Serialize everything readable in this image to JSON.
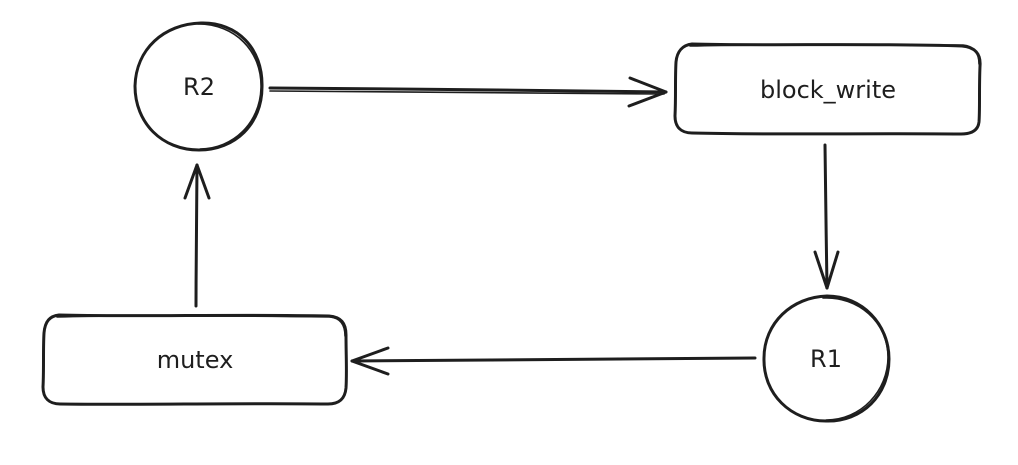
{
  "diagram": {
    "type": "directed-cycle",
    "nodes": [
      {
        "id": "r2",
        "shape": "circle",
        "label": "R2"
      },
      {
        "id": "block_write",
        "shape": "rounded-rectangle",
        "label": "block_write"
      },
      {
        "id": "r1",
        "shape": "circle",
        "label": "R1"
      },
      {
        "id": "mutex",
        "shape": "rounded-rectangle",
        "label": "mutex"
      }
    ],
    "edges": [
      {
        "from": "r2",
        "to": "block_write"
      },
      {
        "from": "block_write",
        "to": "r1"
      },
      {
        "from": "r1",
        "to": "mutex"
      },
      {
        "from": "mutex",
        "to": "r2"
      }
    ],
    "colors": {
      "stroke": "#1e1e1e",
      "background": "#ffffff"
    }
  }
}
